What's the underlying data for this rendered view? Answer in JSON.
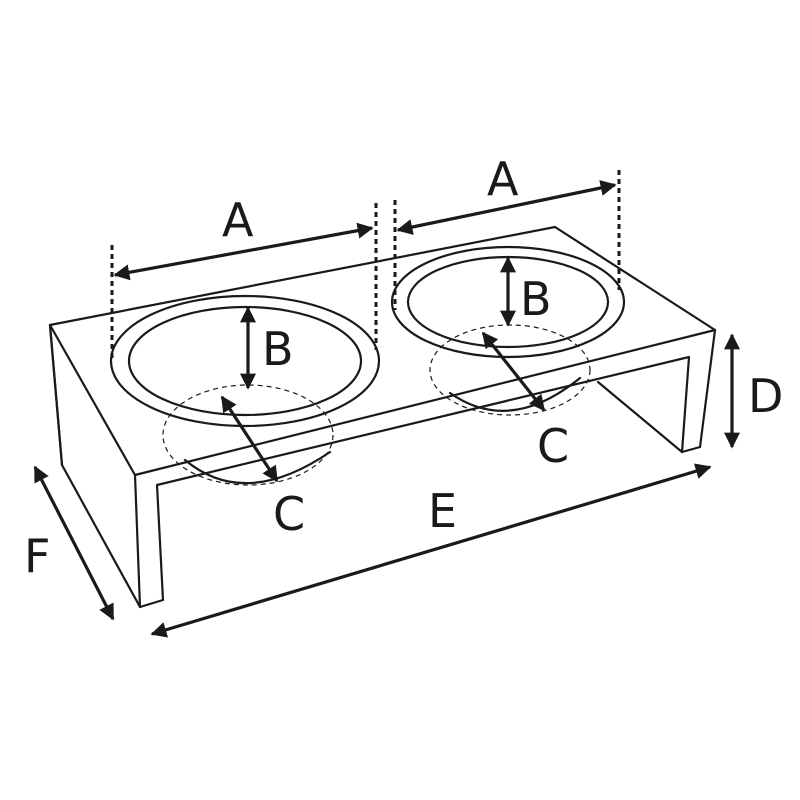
{
  "diagram": {
    "subject": "double-bowl-raised-stand",
    "line_color": "#1a1a1a",
    "background": "#ffffff",
    "labels": {
      "bowl_left_width": "A",
      "bowl_right_width": "A",
      "bowl_left_depth": "B",
      "bowl_right_depth": "B",
      "bowl_left_bottom": "C",
      "bowl_right_bottom": "C",
      "stand_height": "D",
      "stand_length": "E",
      "stand_width": "F"
    }
  }
}
